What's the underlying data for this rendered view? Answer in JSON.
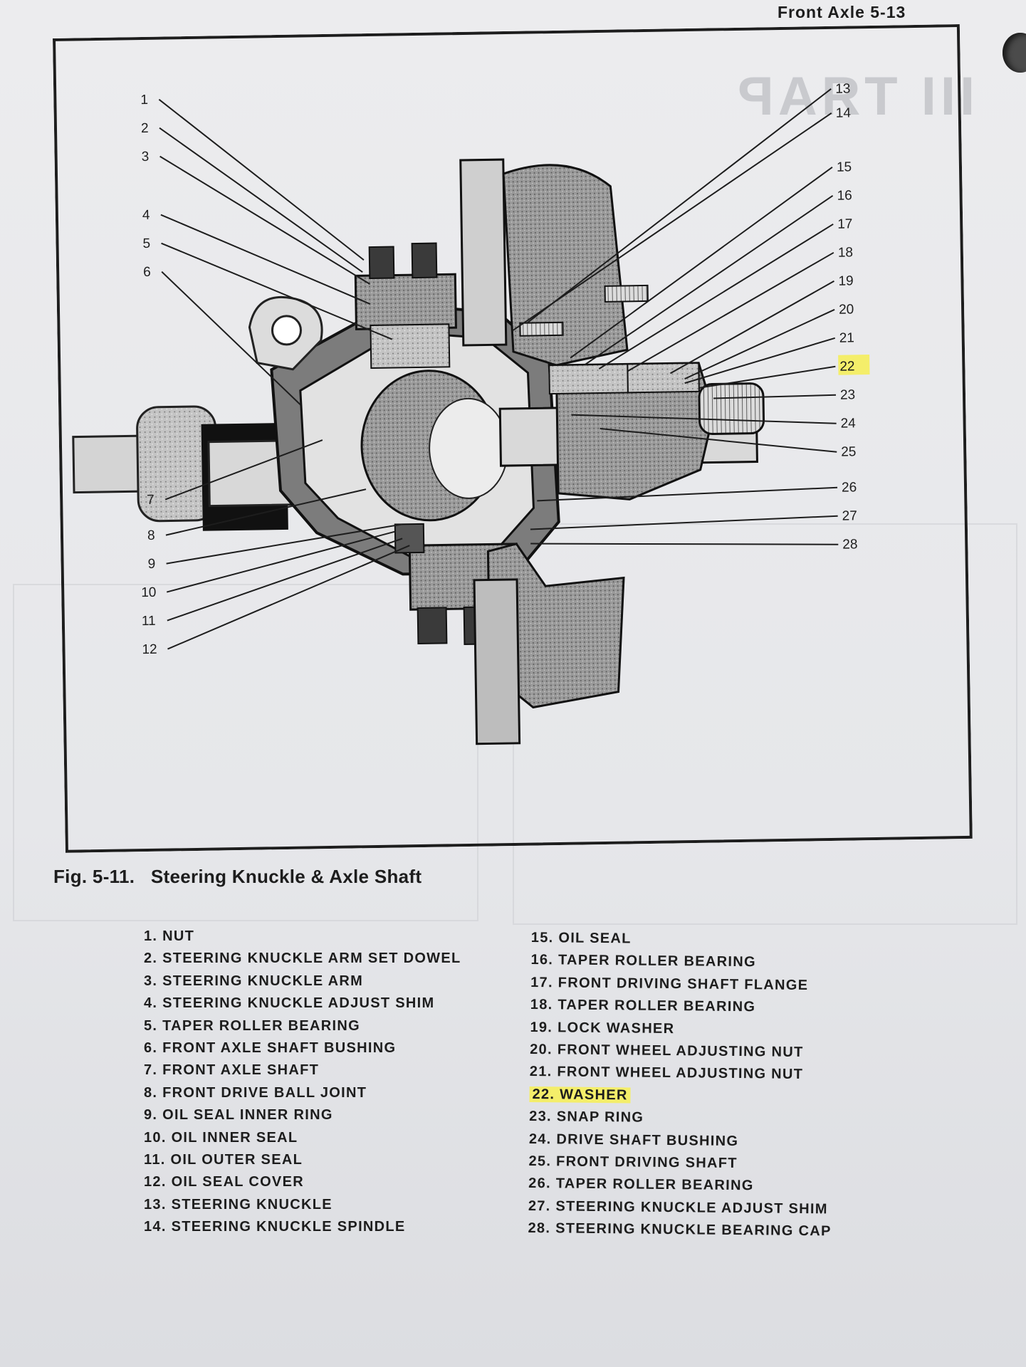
{
  "header": {
    "running_title": "Front Axle 5-13"
  },
  "figure": {
    "caption_number": "Fig. 5-11.",
    "caption_title": "Steering Knuckle & Axle Shaft",
    "callout_numbers": [
      "1",
      "2",
      "3",
      "4",
      "5",
      "6",
      "7",
      "8",
      "9",
      "10",
      "11",
      "12",
      "13",
      "14",
      "15",
      "16",
      "17",
      "18",
      "19",
      "20",
      "21",
      "22",
      "23",
      "24",
      "25",
      "26",
      "27",
      "28"
    ],
    "highlighted_callout": "22"
  },
  "parts_list": [
    {
      "num": "1.",
      "name": "NUT"
    },
    {
      "num": "2.",
      "name": "STEERING KNUCKLE ARM SET DOWEL"
    },
    {
      "num": "3.",
      "name": "STEERING KNUCKLE ARM"
    },
    {
      "num": "4.",
      "name": "STEERING KNUCKLE ADJUST SHIM"
    },
    {
      "num": "5.",
      "name": "TAPER ROLLER BEARING"
    },
    {
      "num": "6.",
      "name": "FRONT AXLE SHAFT BUSHING"
    },
    {
      "num": "7.",
      "name": "FRONT AXLE SHAFT"
    },
    {
      "num": "8.",
      "name": "FRONT DRIVE BALL JOINT"
    },
    {
      "num": "9.",
      "name": "OIL SEAL INNER RING"
    },
    {
      "num": "10.",
      "name": "OIL INNER SEAL"
    },
    {
      "num": "11.",
      "name": "OIL OUTER SEAL"
    },
    {
      "num": "12.",
      "name": "OIL SEAL COVER"
    },
    {
      "num": "13.",
      "name": "STEERING KNUCKLE"
    },
    {
      "num": "14.",
      "name": "STEERING KNUCKLE SPINDLE"
    },
    {
      "num": "15.",
      "name": "OIL SEAL"
    },
    {
      "num": "16.",
      "name": "TAPER ROLLER BEARING"
    },
    {
      "num": "17.",
      "name": "FRONT DRIVING SHAFT FLANGE"
    },
    {
      "num": "18.",
      "name": "TAPER ROLLER BEARING"
    },
    {
      "num": "19.",
      "name": "LOCK WASHER"
    },
    {
      "num": "20.",
      "name": "FRONT WHEEL ADJUSTING NUT"
    },
    {
      "num": "21.",
      "name": "FRONT WHEEL ADJUSTING NUT"
    },
    {
      "num": "22.",
      "name": "WASHER"
    },
    {
      "num": "23.",
      "name": "SNAP RING"
    },
    {
      "num": "24.",
      "name": "DRIVE SHAFT BUSHING"
    },
    {
      "num": "25.",
      "name": "FRONT DRIVING SHAFT"
    },
    {
      "num": "26.",
      "name": "TAPER ROLLER BEARING"
    },
    {
      "num": "27.",
      "name": "STEERING KNUCKLE ADJUST SHIM"
    },
    {
      "num": "28.",
      "name": "STEERING KNUCKLE BEARING CAP"
    }
  ],
  "colors": {
    "ink": "#1d1d1d",
    "highlight": "#f4ee6a",
    "paper": "#e9eaec",
    "section_fill": "#8e8e8e"
  }
}
